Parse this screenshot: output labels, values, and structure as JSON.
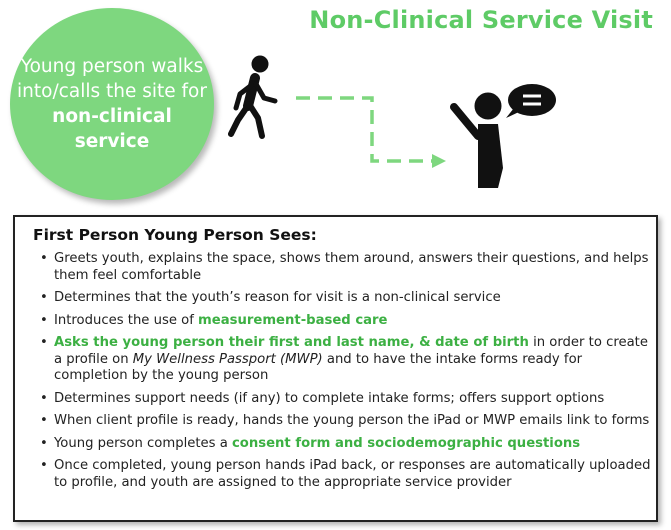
{
  "title": "Non-Clinical Service Visit",
  "circle": {
    "line_plain": "Young person walks into/calls the site for ",
    "line_bold": "non-clinical service"
  },
  "icons": [
    "walking-person-icon",
    "dashed-arrow-icon",
    "service-provider-icon",
    "speech-bubble-icon"
  ],
  "box": {
    "heading": "First Person Young Person Sees:",
    "items": [
      {
        "text": "Greets youth, explains the space, shows them around, answers their questions, and helps them feel comfortable"
      },
      {
        "text": "Determines that the youth’s reason for visit is a non-clinical service"
      },
      {
        "pre": "Introduces the use of ",
        "hl": "measurement-based care"
      },
      {
        "hl": "Asks the young person their first and last name, & date of birth",
        "mid": " in order to create a profile on ",
        "it": "My Wellness Passport (MWP)",
        "post": " and to have the intake forms ready for completion by the young person"
      },
      {
        "text": "Determines support needs (if any) to complete intake forms; offers support options"
      },
      {
        "text": "When client profile is ready, hands the young person the iPad or MWP emails link to forms"
      },
      {
        "pre": "Young person completes a ",
        "hl": "consent form and sociodemographic questions"
      },
      {
        "text": "Once completed, young person hands iPad back, or responses are automatically uploaded to profile, and youth are assigned to the appropriate service provider"
      }
    ]
  },
  "colors": {
    "accent_green": "#5ecb66",
    "circle_fill": "#7ed77f",
    "highlight_text": "#3cb043"
  }
}
